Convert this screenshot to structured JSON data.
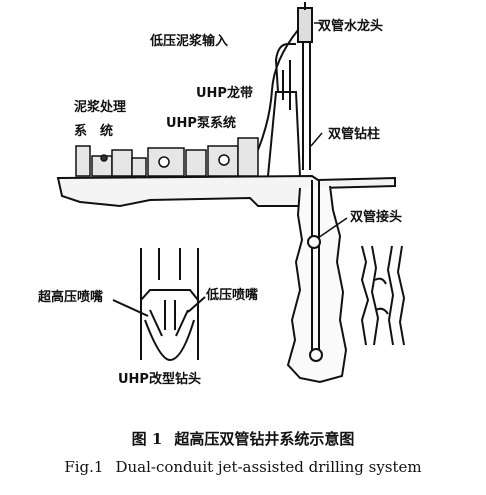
{
  "labels": {
    "mud_input": "低压泥浆输入",
    "swivel": "双管水龙头",
    "uhp_hose": "UHP龙带",
    "mud_system_line1": "泥浆处理",
    "mud_system_line2": "系　统",
    "uhp_pump": "UHP泵系统",
    "drill_string": "双管钻柱",
    "joint": "双管接头",
    "uhp_nozzle": "超高压喷嘴",
    "low_nozzle": "低压喷嘴",
    "bit": "UHP改型钻头"
  },
  "caption": {
    "cn_number": "图 1",
    "cn_title": "超高压双管钻井系统示意图",
    "en_number": "Fig.1",
    "en_title": "Dual-conduit jet-assisted drilling system"
  }
}
